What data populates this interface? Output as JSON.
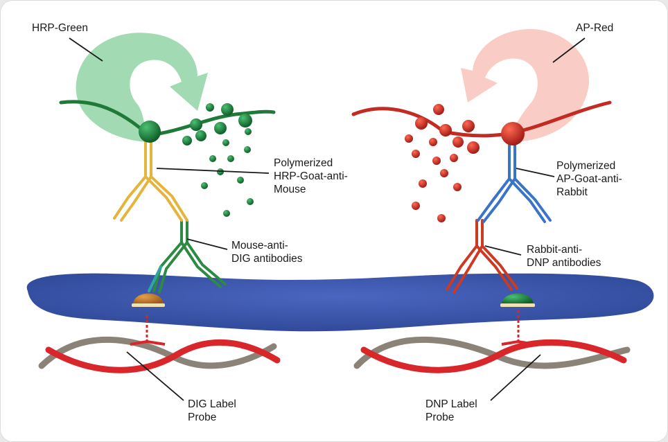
{
  "labels": {
    "hrp_green": "HRP-Green",
    "ap_red": "AP-Red",
    "poly_hrp": [
      "Polymerized",
      "HRP-Goat-anti-",
      "Mouse"
    ],
    "poly_ap": [
      "Polymerized",
      "AP-Goat-anti-",
      "Rabbit"
    ],
    "mouse_anti_dig": [
      "Mouse-anti-",
      "DIG antibodies"
    ],
    "rabbit_anti_dnp": [
      "Rabbit-anti-",
      "DNP antibodies"
    ],
    "dig_probe": [
      "DIG Label",
      "Probe"
    ],
    "dnp_probe": [
      "DNP Label",
      "Probe"
    ]
  },
  "colors": {
    "membrane": "#3f5bb5",
    "green_cloud": "#9ad8ad",
    "green_enzyme": "#1f8a3e",
    "red_cloud": "#f8c9c0",
    "red_enzyme": "#cc2e24",
    "yellow_antibody": "#e5b43a",
    "blue_antibody": "#3a74c8",
    "dig_label": "#c77a2a",
    "dna_red": "#d8262b",
    "dna_grey": "#8c8378"
  }
}
